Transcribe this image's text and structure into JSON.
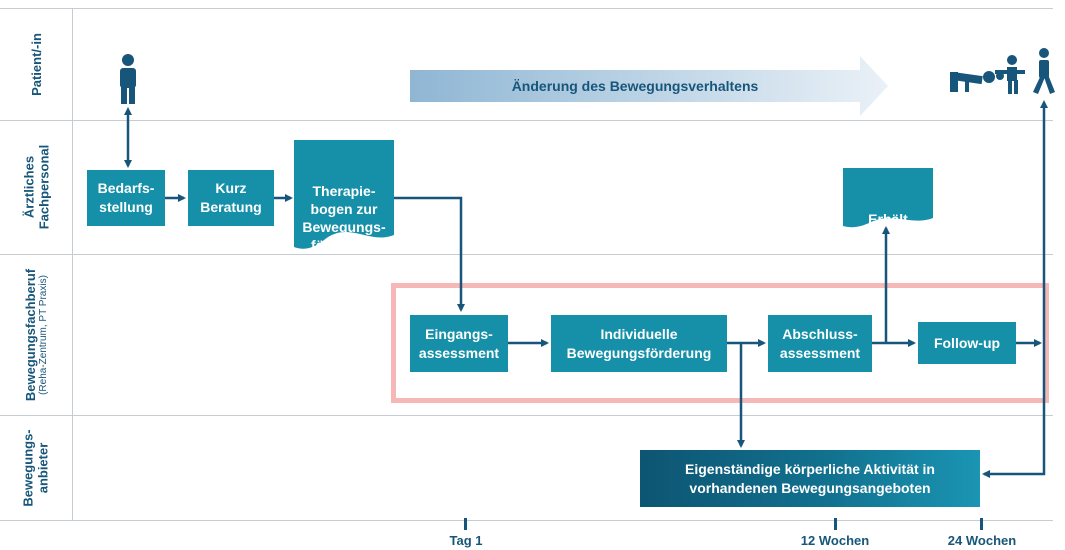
{
  "lanes": [
    {
      "title": "Patient/-in",
      "sub": ""
    },
    {
      "title": "Ärztliches\nFachpersonal",
      "sub": ""
    },
    {
      "title": "Bewegungsfachberuf",
      "sub": "(Reha-Zentrum, PT Praxis)"
    },
    {
      "title": "Bewegungs-\nanbieter",
      "sub": ""
    }
  ],
  "banner": "Änderung des Bewegungsverhaltens",
  "boxes": {
    "bedarfsstellung": "Bedarfs-\nstellung",
    "kurzberatung": "Kurz\nBeratung",
    "therapiebogen": "Therapie-\nbogen zur\nBewegungs-\nförderung",
    "feedback": "Erhält\nFeedback",
    "eingangsassessment": "Eingangs-\nassessment",
    "bewegungsfoerderung": "Individuelle\nBewegungsförderung",
    "abschlussassessment": "Abschluss-\nassessment",
    "followup": "Follow-up",
    "aktivitaet": "Eigenständige körperliche Aktivität in\nvorhandenen Bewegungsangeboten"
  },
  "timeline": [
    "Tag 1",
    "12 Wochen",
    "24 Wochen"
  ],
  "colors": {
    "primary": "#1590a8",
    "dark": "#0d5572",
    "text": "#17567a",
    "highlight": "#f6b7b7"
  },
  "icons": {
    "patient": "person-icon",
    "activities": "exercise-people-icon"
  }
}
